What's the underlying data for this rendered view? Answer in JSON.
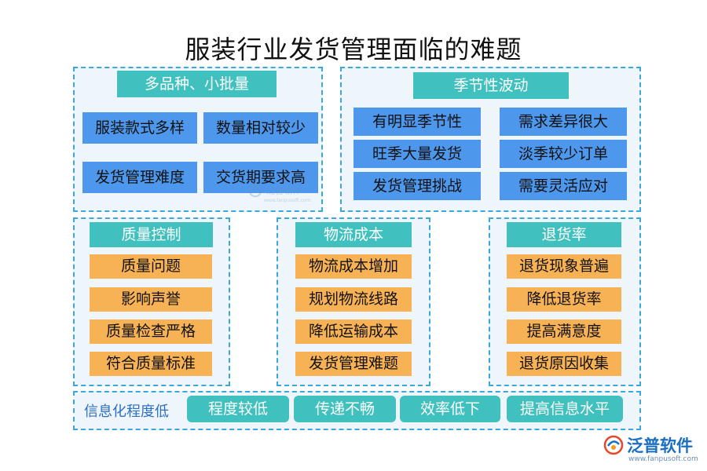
{
  "title": "服装行业发货管理面临的难题",
  "panels": {
    "variety": {
      "header": "多品种、小批量",
      "items": [
        "服装款式多样",
        "数量相对较少",
        "发货管理难度",
        "交货期要求高"
      ]
    },
    "season": {
      "header": "季节性波动",
      "items": [
        "有明显季节性",
        "需求差异很大",
        "旺季大量发货",
        "淡季较少订单",
        "发货管理挑战",
        "需要灵活应对"
      ]
    },
    "quality": {
      "header": "质量控制",
      "items": [
        "质量问题",
        "影响声誉",
        "质量检查严格",
        "符合质量标准"
      ]
    },
    "logistics": {
      "header": "物流成本",
      "items": [
        "物流成本增加",
        "规划物流线路",
        "降低运输成本",
        "发货管理难题"
      ]
    },
    "returns": {
      "header": "退货率",
      "items": [
        "退货现象普遍",
        "降低退货率",
        "提高满意度",
        "退货原因收集"
      ]
    },
    "info": {
      "label": "信息化程度低",
      "items": [
        "程度较低",
        "传递不畅",
        "效率低下",
        "提高信息水平"
      ]
    }
  },
  "logo": {
    "name": "泛普软件",
    "url": "www.fanpusoft.com",
    "icon": "fanpu-logo-icon"
  },
  "watermark": {
    "name": "泛普软件",
    "url": "www.fanpusoft.com"
  },
  "colors": {
    "blue_item": "#4d98ec",
    "orange_item": "#f7b256",
    "teal_header": "#40c0be",
    "panel_border": "#3aa7dd",
    "panel_bg": "#eef5fb"
  }
}
